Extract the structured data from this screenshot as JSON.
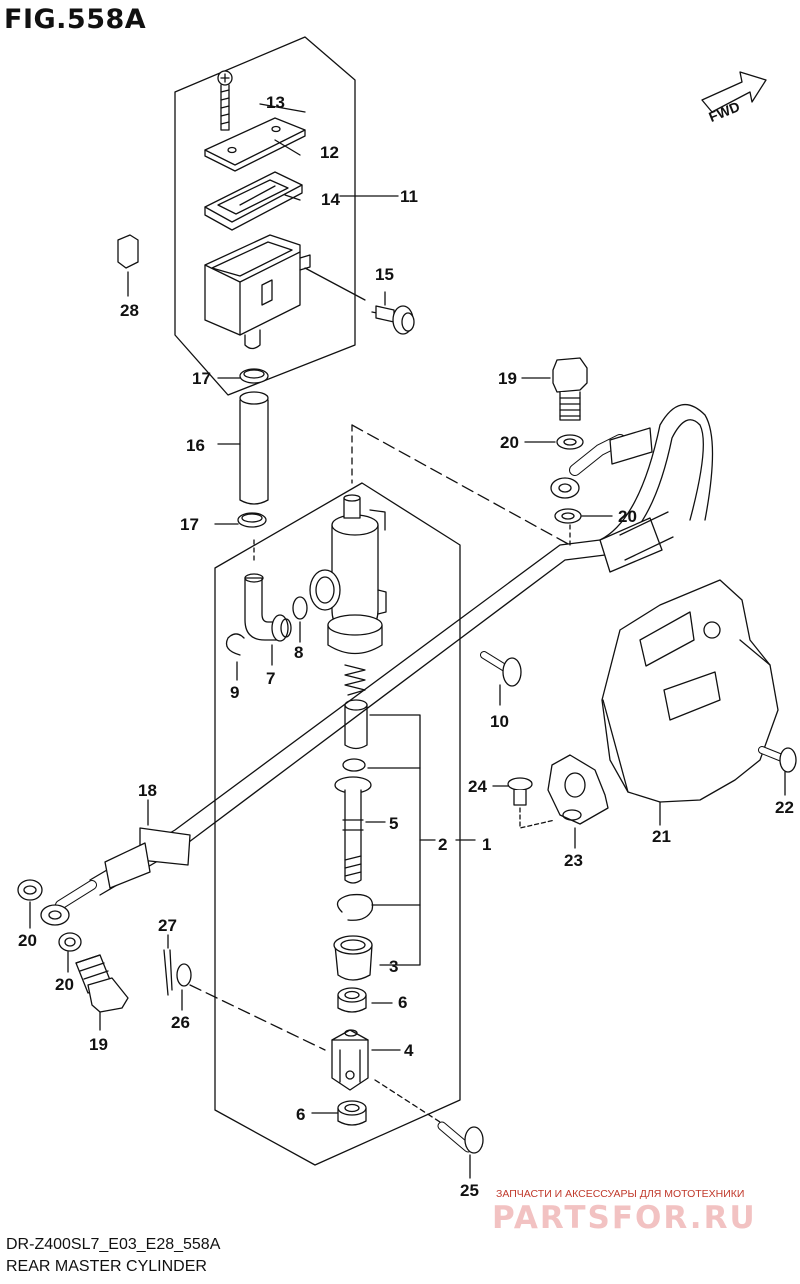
{
  "header": {
    "figure_title": "FIG.558A"
  },
  "footer": {
    "model_code": "DR-Z400SL7_E03_E28_558A",
    "caption": "REAR MASTER CYLINDER"
  },
  "watermark": {
    "tagline": "ЗАПЧАСТИ И АКСЕССУАРЫ ДЛЯ МОТОТЕХНИКИ",
    "brand": "PARTSFOR.RU"
  },
  "fwd_label": "FWD",
  "callouts": {
    "c1": "1",
    "c2": "2",
    "c3": "3",
    "c4": "4",
    "c5": "5",
    "c6a": "6",
    "c6b": "6",
    "c7": "7",
    "c8": "8",
    "c9": "9",
    "c10": "10",
    "c11": "11",
    "c12": "12",
    "c13": "13",
    "c14": "14",
    "c15": "15",
    "c16": "16",
    "c17a": "17",
    "c17b": "17",
    "c18": "18",
    "c19a": "19",
    "c19b": "19",
    "c20a": "20",
    "c20b": "20",
    "c20c": "20",
    "c20d": "20",
    "c21": "21",
    "c22": "22",
    "c23": "23",
    "c24": "24",
    "c25": "25",
    "c26": "26",
    "c27": "27",
    "c28": "28"
  }
}
